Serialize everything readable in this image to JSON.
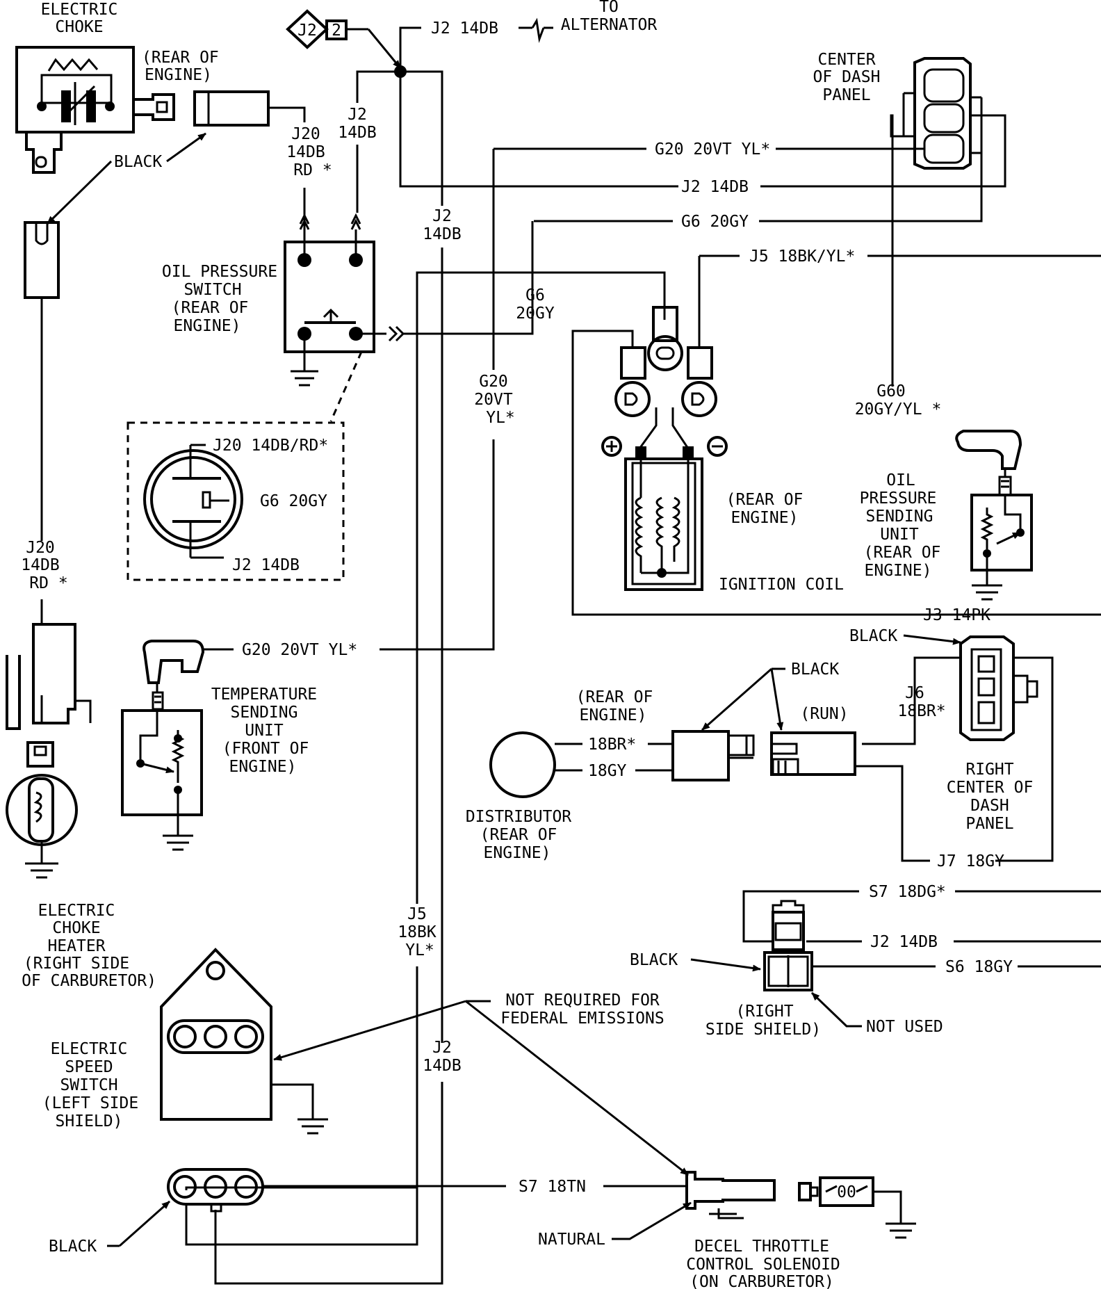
{
  "labels": {
    "electric_choke_1": "ELECTRIC",
    "electric_choke_2": "CHOKE",
    "rear_engine_choke_1": "(REAR OF",
    "rear_engine_choke_2": "ENGINE)",
    "j2_badge": "J2",
    "j2_badge_pin": "2",
    "to_alternator_1": "TO",
    "to_alternator_2": "ALTERNATOR",
    "j2_14db_top": "J2 14DB",
    "center_dash_1": "CENTER",
    "center_dash_2": "OF DASH",
    "center_dash_3": "PANEL",
    "g20_top": "G20 20VT YL*",
    "j2_14db_mid": "J2 14DB",
    "g6_top": "G6 20GY",
    "j5_top": "J5 18BK/YL*",
    "black_choke": "BLACK",
    "j20_a_1": "J20",
    "j20_a_2": "14DB",
    "j20_a_3": "RD *",
    "j2_v_1": "J2",
    "j2_v_2": "14DB",
    "j2_v2_1": "J2",
    "j2_v2_2": "14DB",
    "oil_switch_1": "OIL PRESSURE",
    "oil_switch_2": "SWITCH",
    "oil_switch_3": "(REAR OF",
    "oil_switch_4": "ENGINE)",
    "g6_v_1": "G6",
    "g6_v_2": "20GY",
    "g20_v_1": "G20",
    "g20_v_2": "20VT",
    "g20_v_3": "YL*",
    "g60_1": "G60",
    "g60_2": "20GY/YL *",
    "inset_j20": "J20 14DB/RD*",
    "inset_g6": "G6 20GY",
    "inset_j2": "J2 14DB",
    "rear_engine_coil_1": "(REAR OF",
    "rear_engine_coil_2": "ENGINE)",
    "ignition_coil": "IGNITION COIL",
    "oil_sending_1": "OIL",
    "oil_sending_2": "PRESSURE",
    "oil_sending_3": "SENDING",
    "oil_sending_4": "UNIT",
    "oil_sending_5": "(REAR OF",
    "oil_sending_6": "ENGINE)",
    "j20_b_1": "J20",
    "j20_b_2": "14DB",
    "j20_b_3": "RD *",
    "j3": "J3 14PK",
    "black_j3": "BLACK",
    "g20_mid": "G20 20VT YL*",
    "temp_1": "TEMPERATURE",
    "temp_2": "SENDING",
    "temp_3": "UNIT",
    "temp_4": "(FRONT OF",
    "temp_5": "ENGINE)",
    "black_dist": "BLACK",
    "rear_engine_dist_1": "(REAR OF",
    "rear_engine_dist_2": "ENGINE)",
    "run": "(RUN)",
    "j6_1": "J6",
    "j6_2": "18BR*",
    "w18br": "18BR*",
    "w18gy": "18GY",
    "right_center_1": "RIGHT",
    "right_center_2": "CENTER OF",
    "right_center_3": "DASH",
    "right_center_4": "PANEL",
    "distributor_1": "DISTRIBUTOR",
    "distributor_2": "(REAR OF",
    "distributor_3": "ENGINE)",
    "j7": "J7 18GY",
    "s7_dg": "S7 18DG*",
    "j2_shield": "J2 14DB",
    "s6": "S6 18GY",
    "black_shield": "BLACK",
    "choke_heater_1": "ELECTRIC",
    "choke_heater_2": "CHOKE",
    "choke_heater_3": "HEATER",
    "choke_heater_4": "(RIGHT SIDE",
    "choke_heater_5": "OF CARBURETOR)",
    "j5_v_1": "J5",
    "j5_v_2": "18BK",
    "j5_v_3": "YL*",
    "right_shield_1": "(RIGHT",
    "right_shield_2": "SIDE SHIELD)",
    "not_used": "NOT USED",
    "not_required_1": "NOT REQUIRED FOR",
    "not_required_2": "FEDERAL EMISSIONS",
    "speed_switch_1": "ELECTRIC",
    "speed_switch_2": "SPEED",
    "speed_switch_3": "SWITCH",
    "speed_switch_4": "(LEFT SIDE",
    "speed_switch_5": "SHIELD)",
    "j2_v3_1": "J2",
    "j2_v3_2": "14DB",
    "s7_tn": "S7 18TN",
    "black_speed": "BLACK",
    "natural": "NATURAL",
    "decel_1": "DECEL THROTTLE",
    "decel_2": "CONTROL SOLENOID",
    "decel_3": "(ON CARBURETOR)",
    "solenoid_symbol": "00"
  }
}
